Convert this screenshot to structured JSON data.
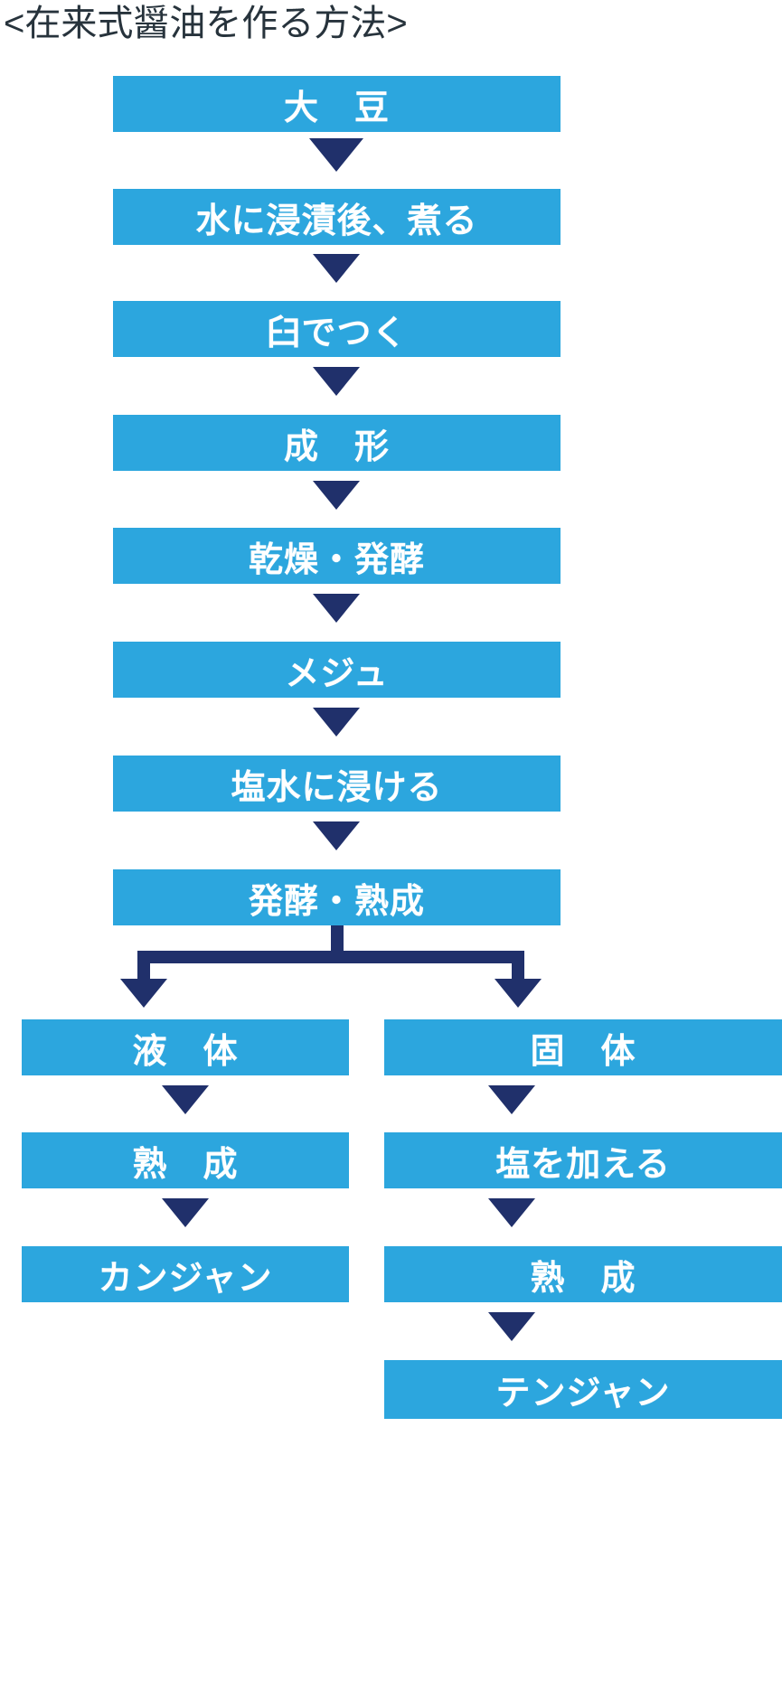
{
  "title": "<在来式醤油を作る方法>",
  "colors": {
    "box_fill": "#2ca6de",
    "box_text": "#ffffff",
    "arrow": "#20306b",
    "title_text": "#27333c",
    "background": "#ffffff"
  },
  "chart_data": {
    "type": "diagram",
    "title": "<在来式醤油を作る方法>",
    "diagram_kind": "flowchart",
    "orientation": "top-to-bottom",
    "main_chain": [
      "大　豆",
      "水に浸漬後、煮る",
      "臼でつく",
      "成　形",
      "乾燥・発酵",
      "メジュ",
      "塩水に浸ける",
      "発酵・熟成"
    ],
    "split_from": "発酵・熟成",
    "branches": [
      {
        "name": "left",
        "steps": [
          "液　体",
          "熟　成",
          "カンジャン"
        ]
      },
      {
        "name": "right",
        "steps": [
          "固　体",
          "塩を加える",
          "熟　成",
          "テンジャン"
        ]
      }
    ]
  },
  "main_chain": {
    "steps": [
      {
        "label": "大　豆"
      },
      {
        "label": "水に浸漬後、煮る"
      },
      {
        "label": "臼でつく"
      },
      {
        "label": "成　形"
      },
      {
        "label": "乾燥・発酵"
      },
      {
        "label": "メジュ"
      },
      {
        "label": "塩水に浸ける"
      },
      {
        "label": "発酵・熟成"
      }
    ]
  },
  "left_branch": {
    "steps": [
      {
        "label": "液　体"
      },
      {
        "label": "熟　成"
      },
      {
        "label": "カンジャン"
      }
    ]
  },
  "right_branch": {
    "steps": [
      {
        "label": "固　体"
      },
      {
        "label": "塩を加える"
      },
      {
        "label": "熟　成"
      },
      {
        "label": "テンジャン"
      }
    ]
  },
  "icons": {
    "down_arrow": "down-arrow-icon",
    "split_connector": "split-connector-icon"
  }
}
